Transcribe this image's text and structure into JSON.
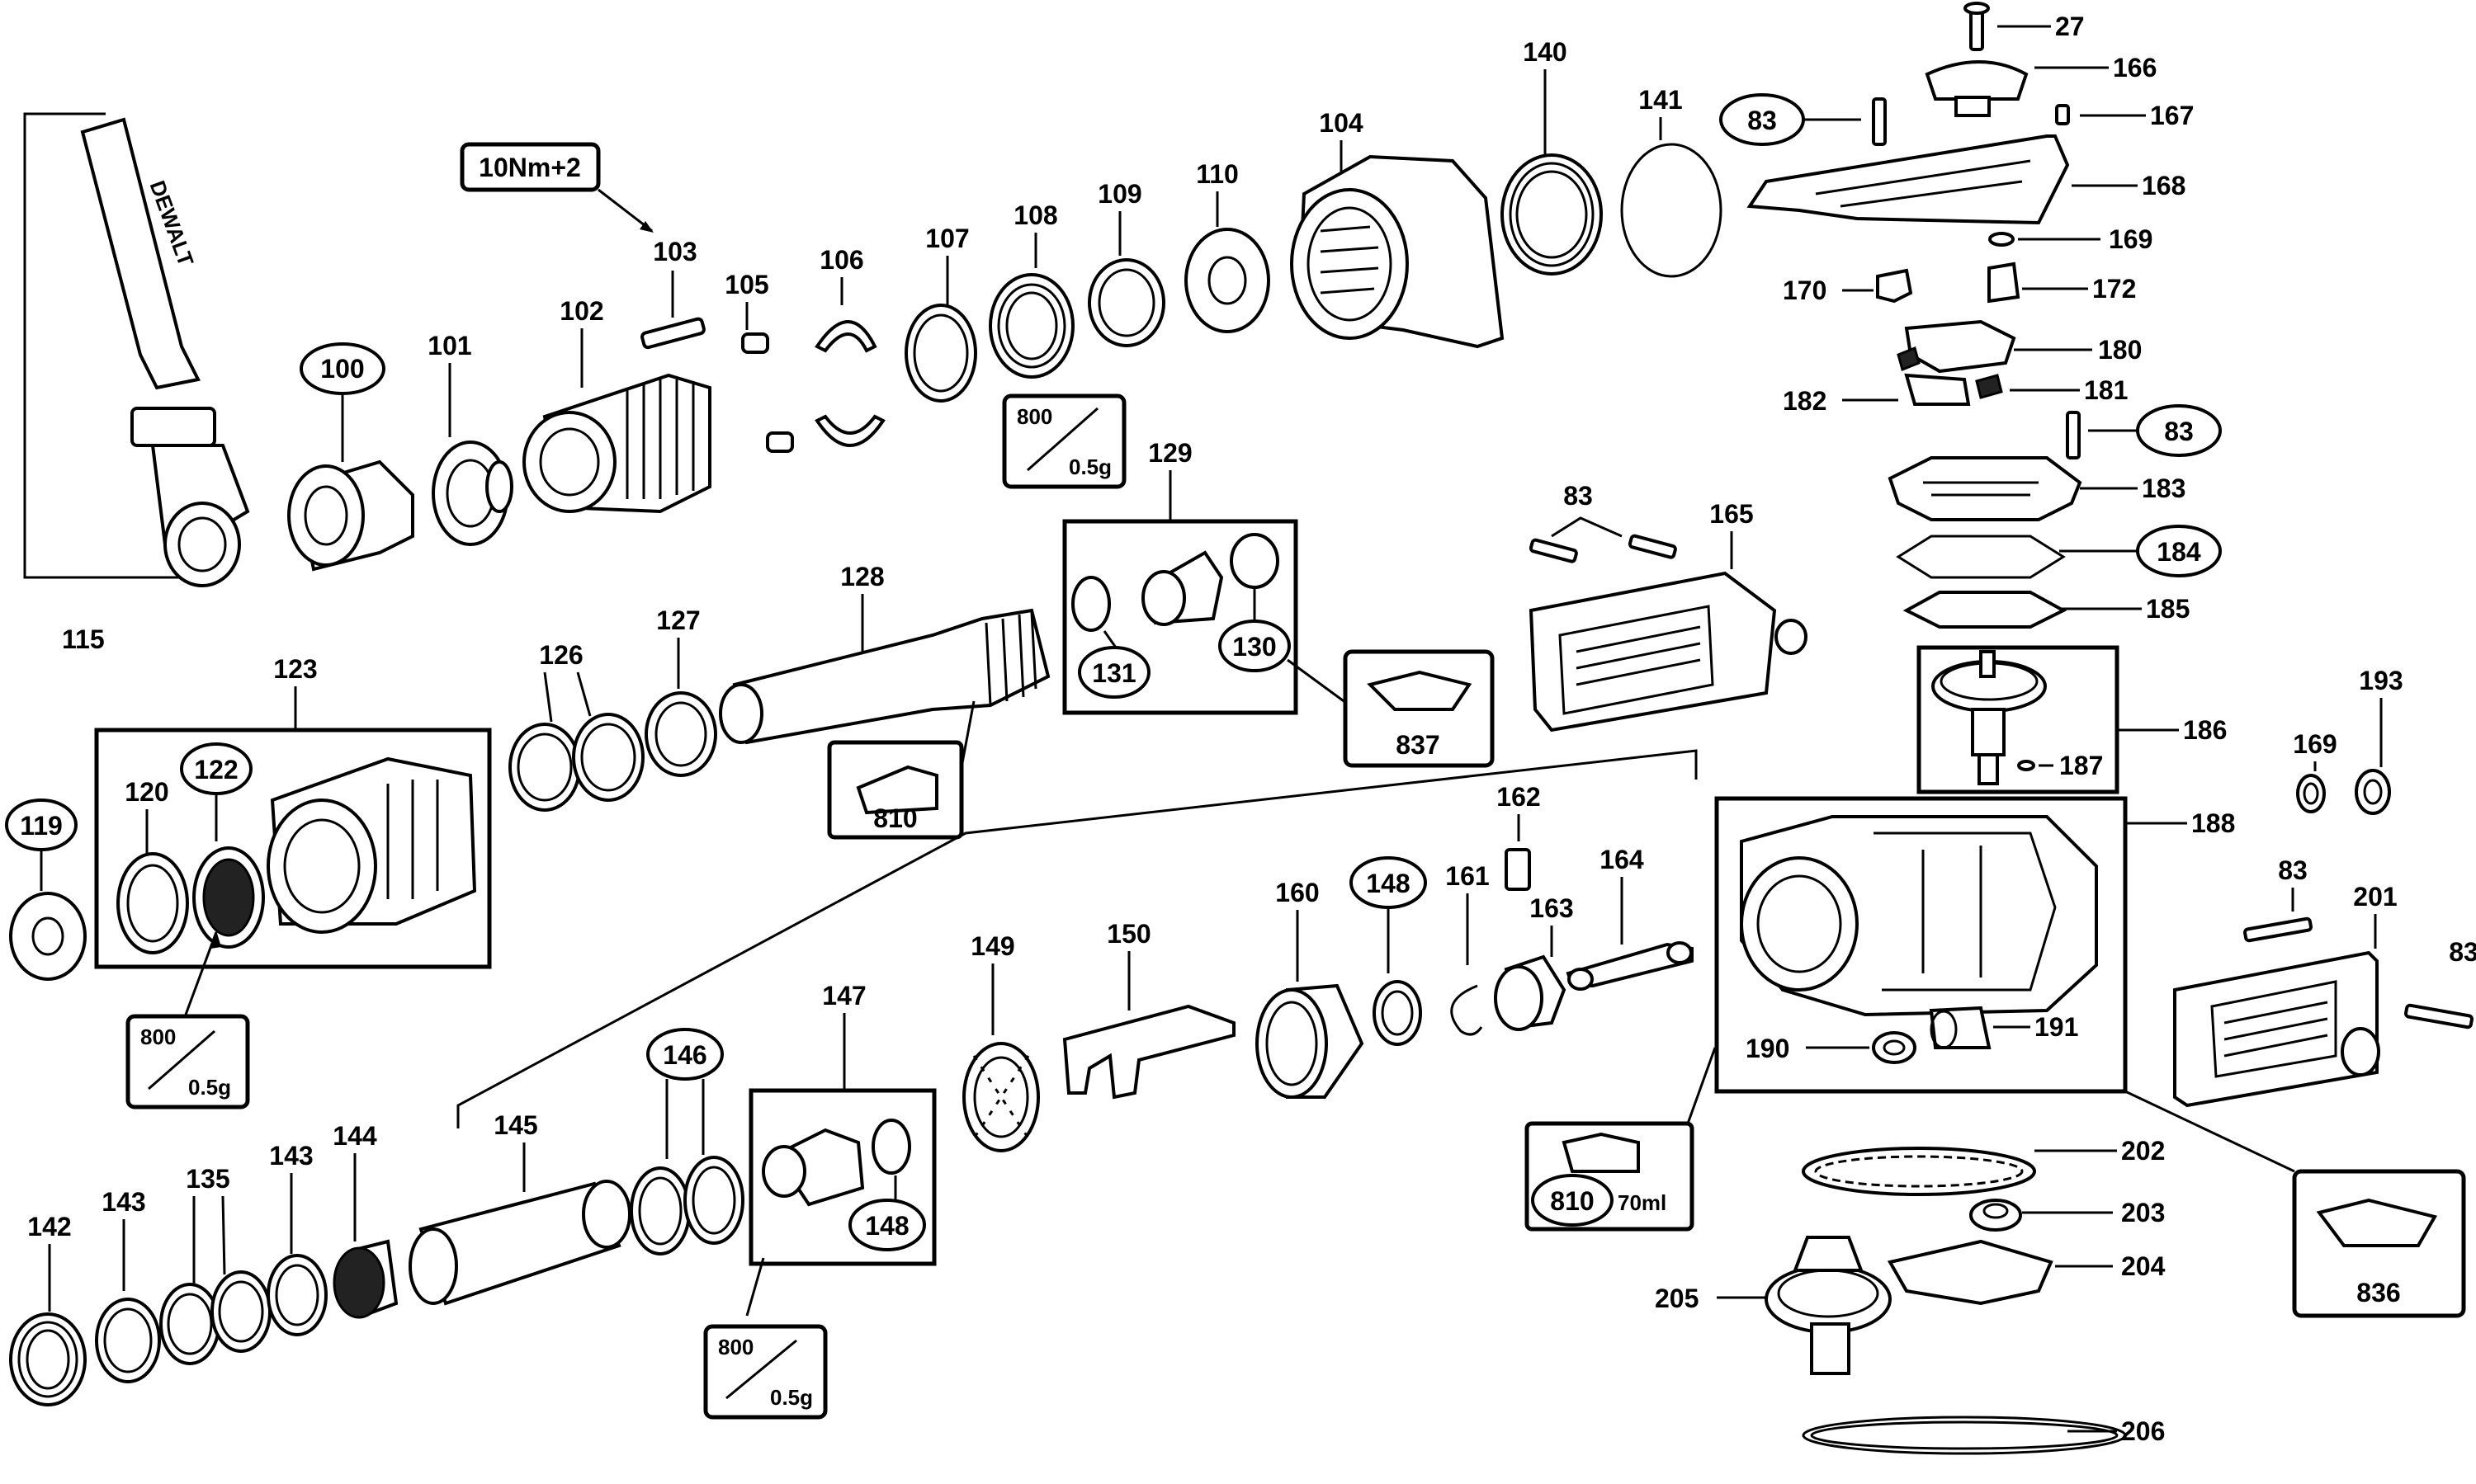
{
  "labels": {
    "p27": "27",
    "p166": "166",
    "p83a": "83",
    "p167": "167",
    "p168": "168",
    "p140": "140",
    "p141": "141",
    "p104": "104",
    "p169a": "169",
    "p170": "170",
    "p172": "172",
    "p180": "180",
    "p182": "182",
    "p181": "181",
    "p83b": "83",
    "p183": "183",
    "p184": "184",
    "p185": "185",
    "p110": "110",
    "p109": "109",
    "p108": "108",
    "p107": "107",
    "p106": "106",
    "p105": "105",
    "p103": "103",
    "torque": "10Nm+2",
    "p102": "102",
    "p101": "101",
    "p100": "100",
    "p115": "115",
    "p129": "129",
    "p131": "131",
    "p130": "130",
    "p837": "837",
    "p128": "128",
    "p127": "127",
    "p126": "126",
    "p123": "123",
    "p120": "120",
    "p122": "122",
    "p119": "119",
    "p810a": "810",
    "p83c": "83",
    "p165": "165",
    "p186": "186",
    "p187": "187",
    "p193": "193",
    "p169b": "169",
    "p188": "188",
    "p190": "190",
    "p191": "191",
    "p83d": "83",
    "p201": "201",
    "p83e": "83",
    "p836": "836",
    "p162": "162",
    "p164": "164",
    "p163": "163",
    "p161": "161",
    "p148a": "148",
    "p160": "160",
    "p150": "150",
    "p149": "149",
    "p147": "147",
    "p148b": "148",
    "p146": "146",
    "p145": "145",
    "p144": "144",
    "p143a": "143",
    "p135": "135",
    "p143b": "143",
    "p142": "142",
    "p810b": "810",
    "p810b_qty": "70ml",
    "p202": "202",
    "p203": "203",
    "p204": "204",
    "p205": "205",
    "p206": "206",
    "grease1_code": "800",
    "grease1_qty": "0.5g",
    "grease2_code": "800",
    "grease2_qty": "0.5g",
    "grease3_code": "800",
    "grease3_qty": "0.5g"
  },
  "brand": "DEWALT"
}
